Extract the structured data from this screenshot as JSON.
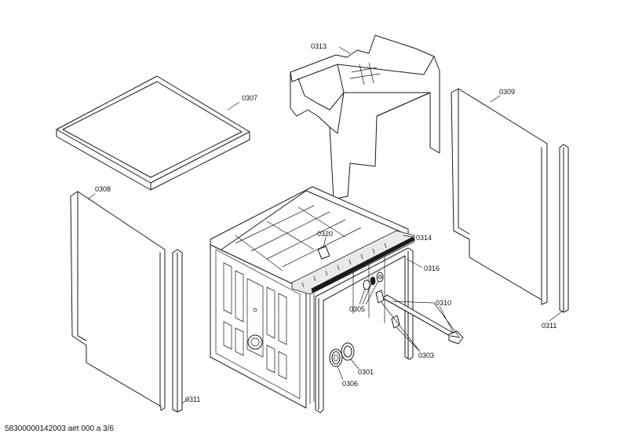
{
  "parts": [
    {
      "id": "p0313",
      "label": "0313"
    },
    {
      "id": "p0307",
      "label": "0307"
    },
    {
      "id": "p0309",
      "label": "0309"
    },
    {
      "id": "p0308",
      "label": "0308"
    },
    {
      "id": "p0320",
      "label": "0320"
    },
    {
      "id": "p0314",
      "label": "0314"
    },
    {
      "id": "p0316",
      "label": "0316"
    },
    {
      "id": "p0305",
      "label": "0305"
    },
    {
      "id": "p0310",
      "label": "0310"
    },
    {
      "id": "p0311a",
      "label": "0311"
    },
    {
      "id": "p0303",
      "label": "0303"
    },
    {
      "id": "p0301",
      "label": "0301"
    },
    {
      "id": "p0306",
      "label": "0306"
    },
    {
      "id": "p0311b",
      "label": "0311"
    }
  ],
  "footer": "58300000142003 aet 000 a 3/6"
}
